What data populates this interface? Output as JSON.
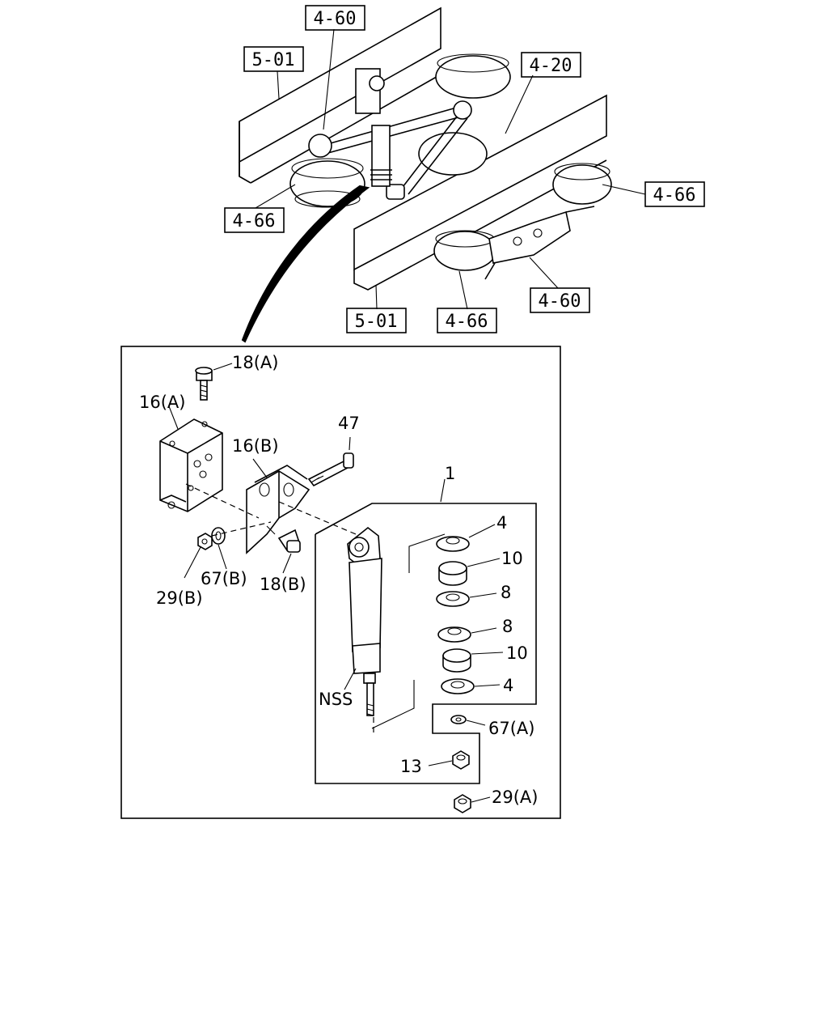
{
  "callouts": {
    "ref_4_60_top": "4-60",
    "ref_5_01_top": "5-01",
    "ref_4_20": "4-20",
    "ref_4_66_left": "4-66",
    "ref_4_66_right": "4-66",
    "ref_5_01_bottom": "5-01",
    "ref_4_66_bottom": "4-66",
    "ref_4_60_bottom": "4-60"
  },
  "parts": {
    "p18a": "18(A)",
    "p16a": "16(A)",
    "p47": "47",
    "p16b": "16(B)",
    "p1": "1",
    "p4_top": "4",
    "p10_top": "10",
    "p8_top": "8",
    "p8_bottom": "8",
    "p10_bottom": "10",
    "p4_bottom": "4",
    "p67a": "67(A)",
    "p13": "13",
    "p29a": "29(A)",
    "p29b": "29(B)",
    "p67b": "67(B)",
    "p18b": "18(B)",
    "nss": "NSS"
  }
}
